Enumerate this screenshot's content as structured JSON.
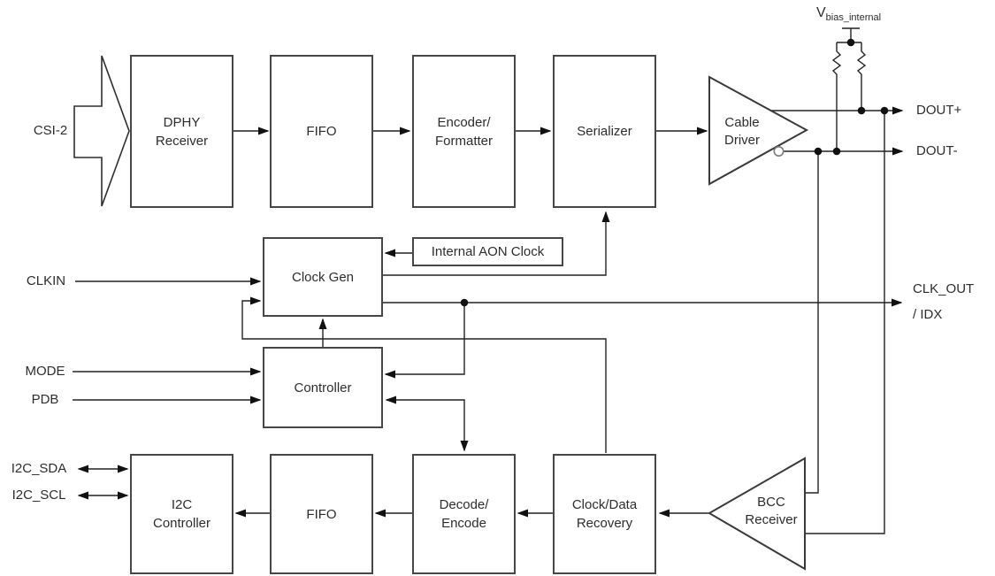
{
  "diagram": {
    "type": "functional-block-diagram",
    "colors": {
      "background": "#ffffff",
      "wire": "#222222",
      "box_border": "#474747",
      "text": "#2d2d2d",
      "arrowhead": "#111111",
      "junction_dot": "#111111",
      "inverter_bubble_stroke": "#7a7a7a"
    },
    "blocks": {
      "dphy": "DPHY\nReceiver",
      "fifo_top": "FIFO",
      "encoder": "Encoder/\nFormatter",
      "serializer": "Serializer",
      "clock_gen": "Clock Gen",
      "aon_clock": "Internal AON Clock",
      "controller": "Controller",
      "i2c_controller": "I2C\nController",
      "fifo_bottom": "FIFO",
      "decode_encode": "Decode/\nEncode",
      "cdr": "Clock/Data\nRecovery",
      "cable_driver": "Cable\nDriver",
      "bcc_receiver": "BCC\nReceiver"
    },
    "ports": {
      "csi2": "CSI-2",
      "clkin": "CLKIN",
      "mode": "MODE",
      "pdb": "PDB",
      "i2c_sda": "I2C_SDA",
      "i2c_scl": "I2C_SCL",
      "dout_plus": "DOUT+",
      "dout_minus": "DOUT-",
      "clk_out": "CLK_OUT\n/ IDX",
      "vbias_main": "V",
      "vbias_sub": "bias_internal"
    }
  }
}
